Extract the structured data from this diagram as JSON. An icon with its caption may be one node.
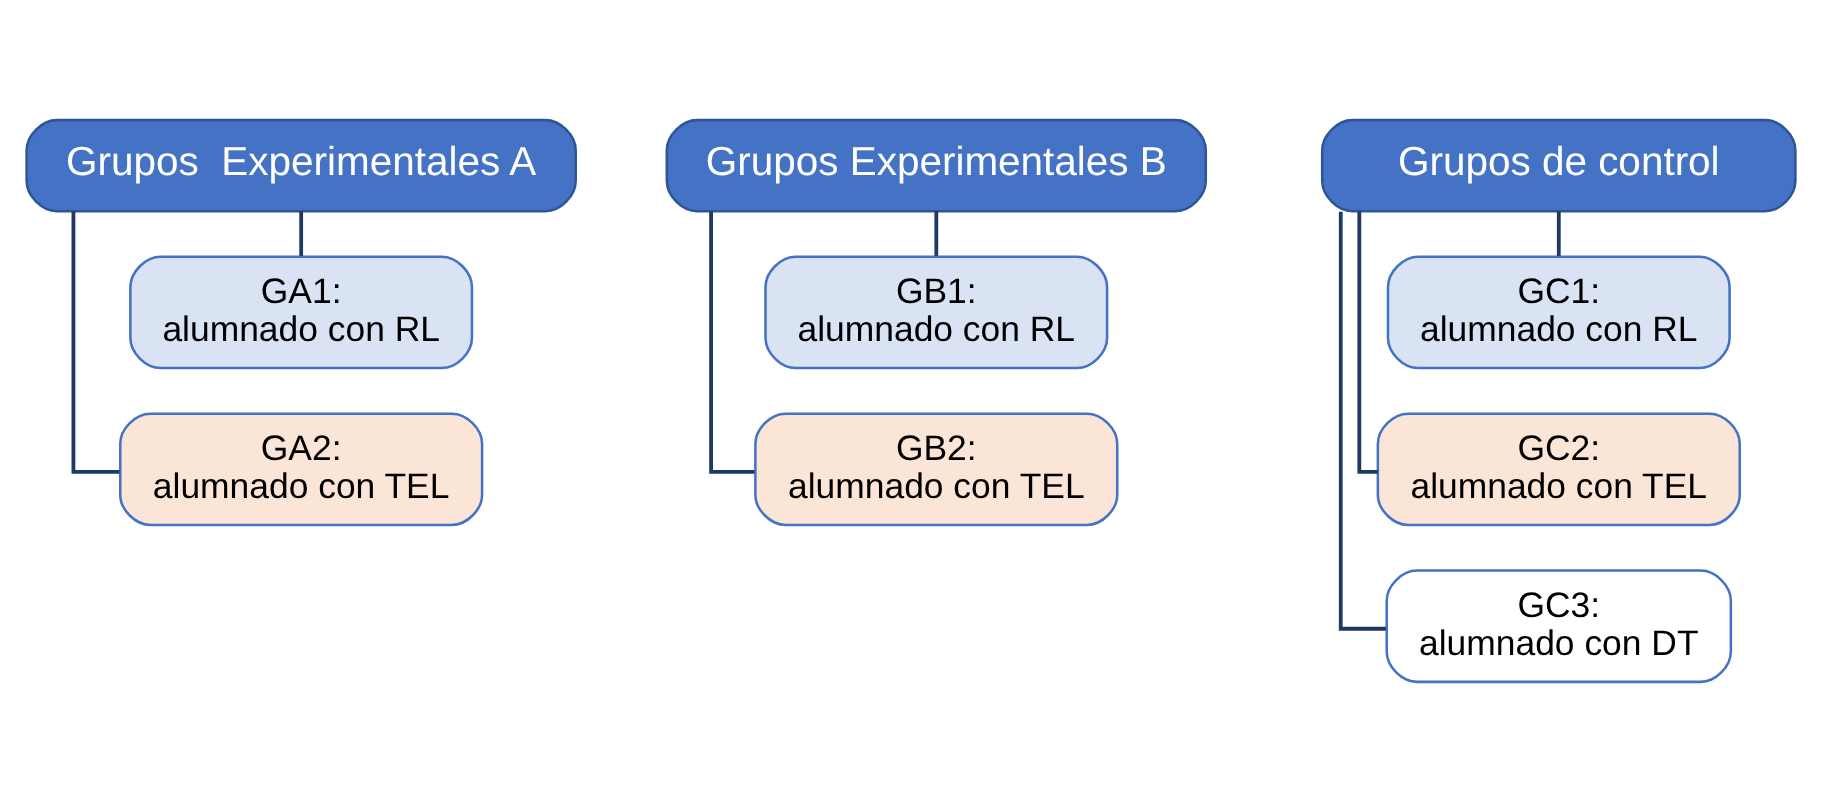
{
  "diagram": {
    "nodes": [
      {
        "text": [
          "Grupos  Experimentales A"
        ]
      },
      {
        "text": [
          "GA1:",
          "alumnado con RL"
        ]
      },
      {
        "text": [
          "GA2:",
          "alumnado con TEL"
        ]
      },
      {
        "text": [
          "Grupos Experimentales B"
        ]
      },
      {
        "text": [
          "GB1:",
          "alumnado con RL"
        ]
      },
      {
        "text": [
          "GB2:",
          "alumnado con TEL"
        ]
      },
      {
        "text": [
          "Grupos de control"
        ]
      },
      {
        "text": [
          "GC1:",
          "alumnado con RL"
        ]
      },
      {
        "text": [
          "GC2:",
          "alumnado con TEL"
        ]
      },
      {
        "text": [
          "GC3:",
          "alumnado con DT"
        ]
      }
    ],
    "edges": [
      {
        "from": 0,
        "to": 1,
        "arrow": "none"
      },
      {
        "from": 0,
        "to": 2,
        "arrow": "none"
      },
      {
        "from": 3,
        "to": 4,
        "arrow": "none"
      },
      {
        "from": 3,
        "to": 5,
        "arrow": "none"
      },
      {
        "from": 6,
        "to": 7,
        "arrow": "none"
      },
      {
        "from": 6,
        "to": 8,
        "arrow": "none"
      },
      {
        "from": 6,
        "to": 9,
        "arrow": "none"
      }
    ]
  }
}
